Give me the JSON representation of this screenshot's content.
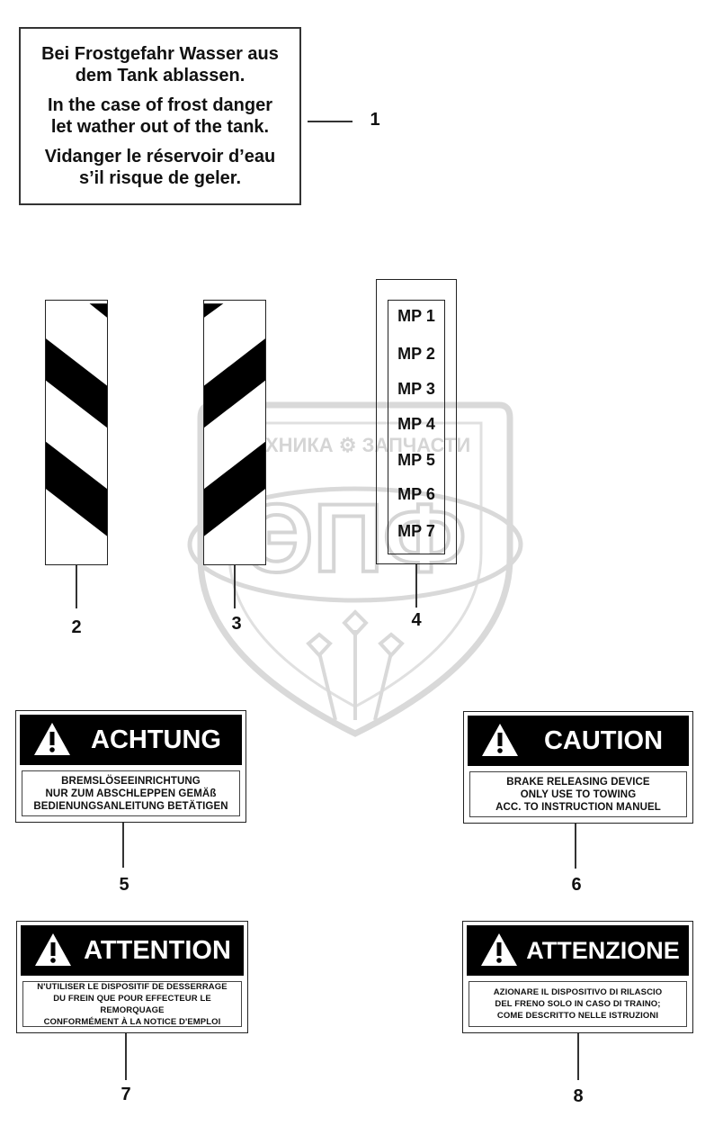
{
  "frost_label": {
    "german": "Bei Frostgefahr Wasser aus\ndem Tank ablassen.",
    "english": "In the case of frost danger\nlet wather out of the tank.",
    "french": "Vidanger le réservoir d’eau\ns’il risque de geler."
  },
  "callouts": [
    "1",
    "2",
    "3",
    "4",
    "5",
    "6",
    "7",
    "8"
  ],
  "mp_plate": {
    "items": [
      "MP 1",
      "MP 2",
      "MP 3",
      "MP 4",
      "MP 5",
      "MP 6",
      "MP 7"
    ]
  },
  "warnings": [
    {
      "heading": "ACHTUNG",
      "lines": [
        "BREMSLÖSEEINRICHTUNG",
        "NUR ZUM ABSCHLEPPEN GEMÄß",
        "BEDIENUNGSANLEITUNG BETÄTIGEN"
      ]
    },
    {
      "heading": "CAUTION",
      "lines": [
        "BRAKE RELEASING DEVICE",
        "ONLY USE TO TOWING",
        "ACC. TO INSTRUCTION MANUEL"
      ]
    },
    {
      "heading": "ATTENTION",
      "lines": [
        "N'UTILISER LE DISPOSITIF DE DESSERRAGE",
        "DU FREIN QUE POUR EFFECTEUR LE REMORQUAGE",
        "CONFORMÉMENT À LA NOTICE D'EMPLOI"
      ]
    },
    {
      "heading": "ATTENZIONE",
      "lines": [
        "AZIONARE IL DISPOSITIVO DI RILASCIO",
        "DEL FRENO SOLO IN CASO DI TRAINO;",
        "COME DESCRITTO NELLE ISTRUZIONI"
      ]
    }
  ],
  "watermark": {
    "top_text": "ТЕХНИКА ⚙ ЗАПЧАСТИ",
    "logo_text": "ЭПФ"
  },
  "colors": {
    "stripe": "#000000",
    "line": "#333333",
    "warning_bar": "#000000"
  }
}
